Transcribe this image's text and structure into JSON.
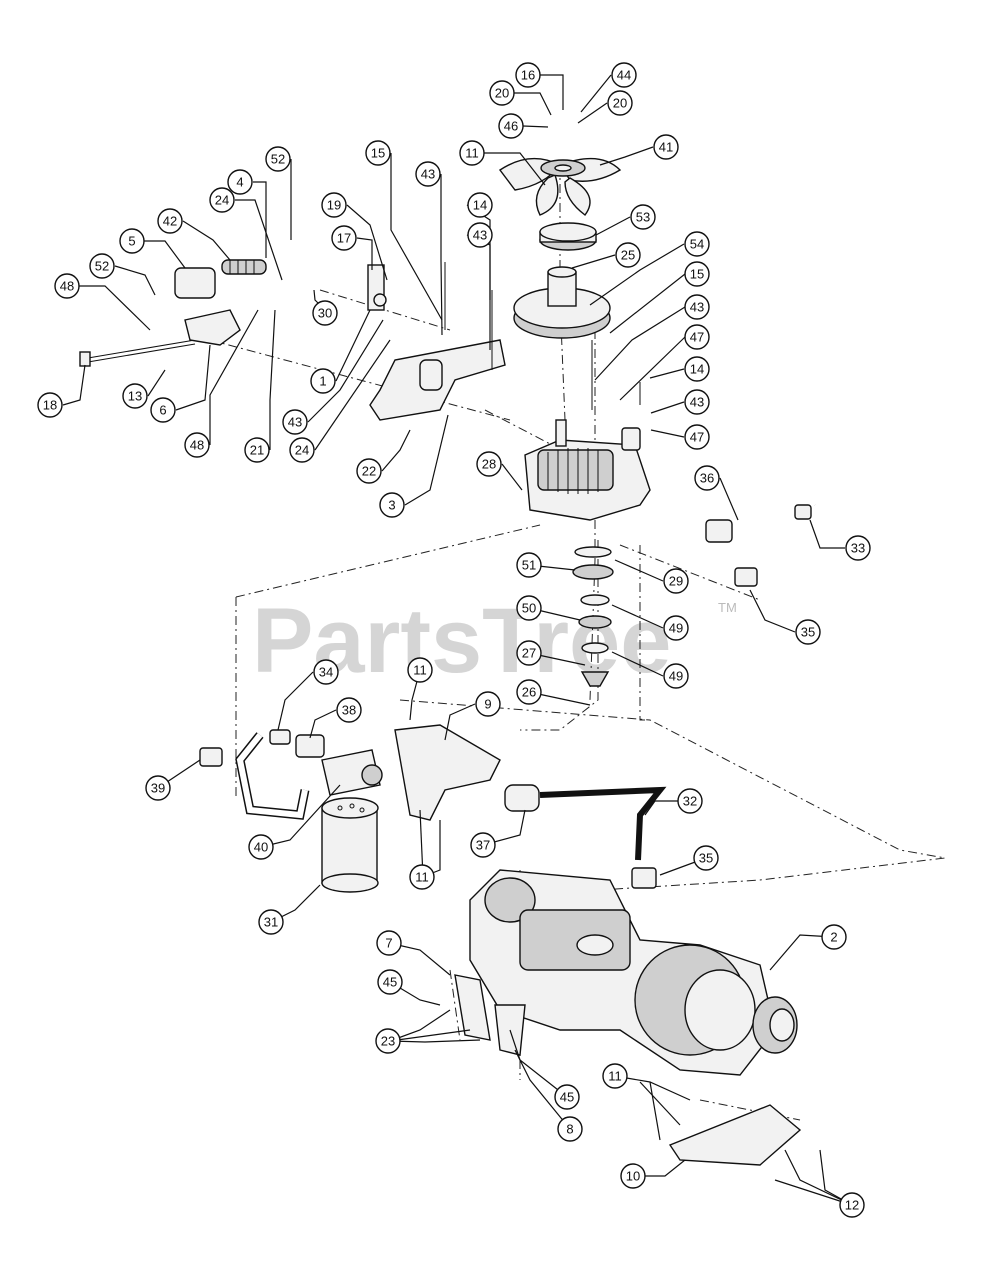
{
  "watermark": {
    "text": "PartsTree",
    "trademark": "TM"
  },
  "callouts": [
    "1",
    "2",
    "3",
    "4",
    "5",
    "6",
    "7",
    "8",
    "9",
    "10",
    "11",
    "12",
    "13",
    "14",
    "15",
    "16",
    "17",
    "18",
    "19",
    "20",
    "21",
    "22",
    "23",
    "24",
    "25",
    "26",
    "27",
    "28",
    "29",
    "30",
    "31",
    "32",
    "33",
    "34",
    "35",
    "36",
    "37",
    "38",
    "39",
    "40",
    "41",
    "42",
    "43",
    "44",
    "45",
    "46",
    "47",
    "48",
    "49",
    "50",
    "51",
    "52",
    "53",
    "54"
  ]
}
